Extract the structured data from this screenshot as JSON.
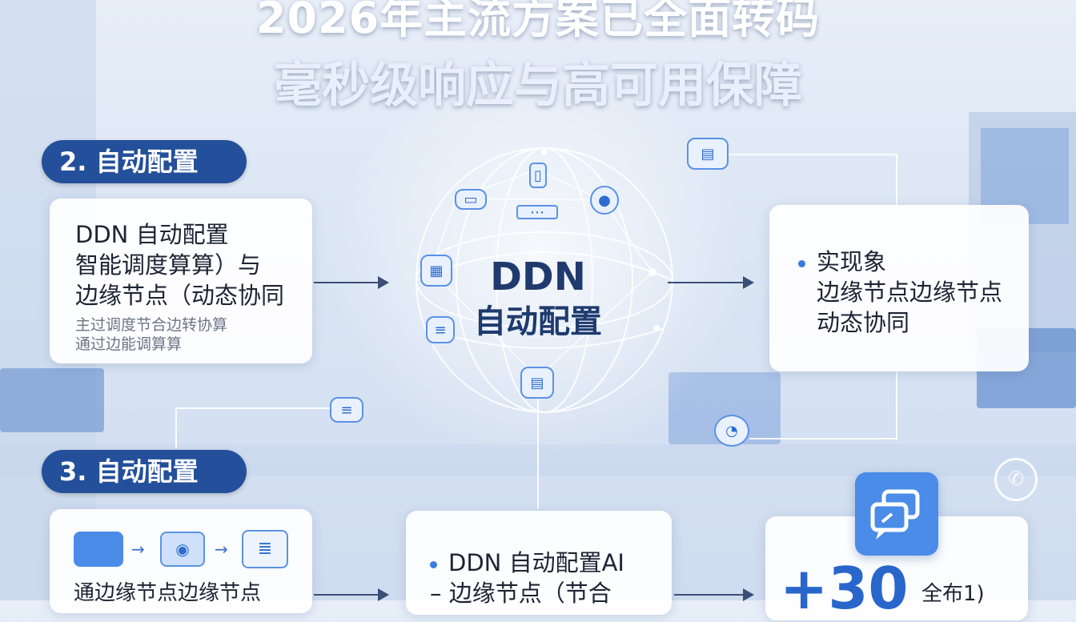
{
  "header": {
    "title_line1": "2026年主流方案已全面转码",
    "title_line2": "毫秒级响应与高可用保障"
  },
  "section2": {
    "pill_label": "2. 自动配置",
    "card_lines": [
      "DDN 自动配置",
      "智能调度算算）与",
      "边缘节点（动态协同"
    ],
    "card_sub_lines": [
      "主过调度节合边转协算",
      "通过边能调算算"
    ]
  },
  "center": {
    "line1": "DDN",
    "line2": "自动配置"
  },
  "right_card": {
    "lines": [
      "实现象",
      "边缘节点边缘节点",
      "动态协同"
    ]
  },
  "section3": {
    "pill_label": "3. 自动配置",
    "card_text": "通边缘节点边缘节点"
  },
  "bottom_mid_card": {
    "lines": [
      "DDN 自动配置AI",
      "– 边缘节点（节合"
    ]
  },
  "bottom_right_card": {
    "stat": "+30",
    "stat_label": "全布1)"
  },
  "colors": {
    "pill_bg": "#244f9a",
    "accent": "#3a7be0",
    "icon_tile": "#4a8ce8"
  }
}
